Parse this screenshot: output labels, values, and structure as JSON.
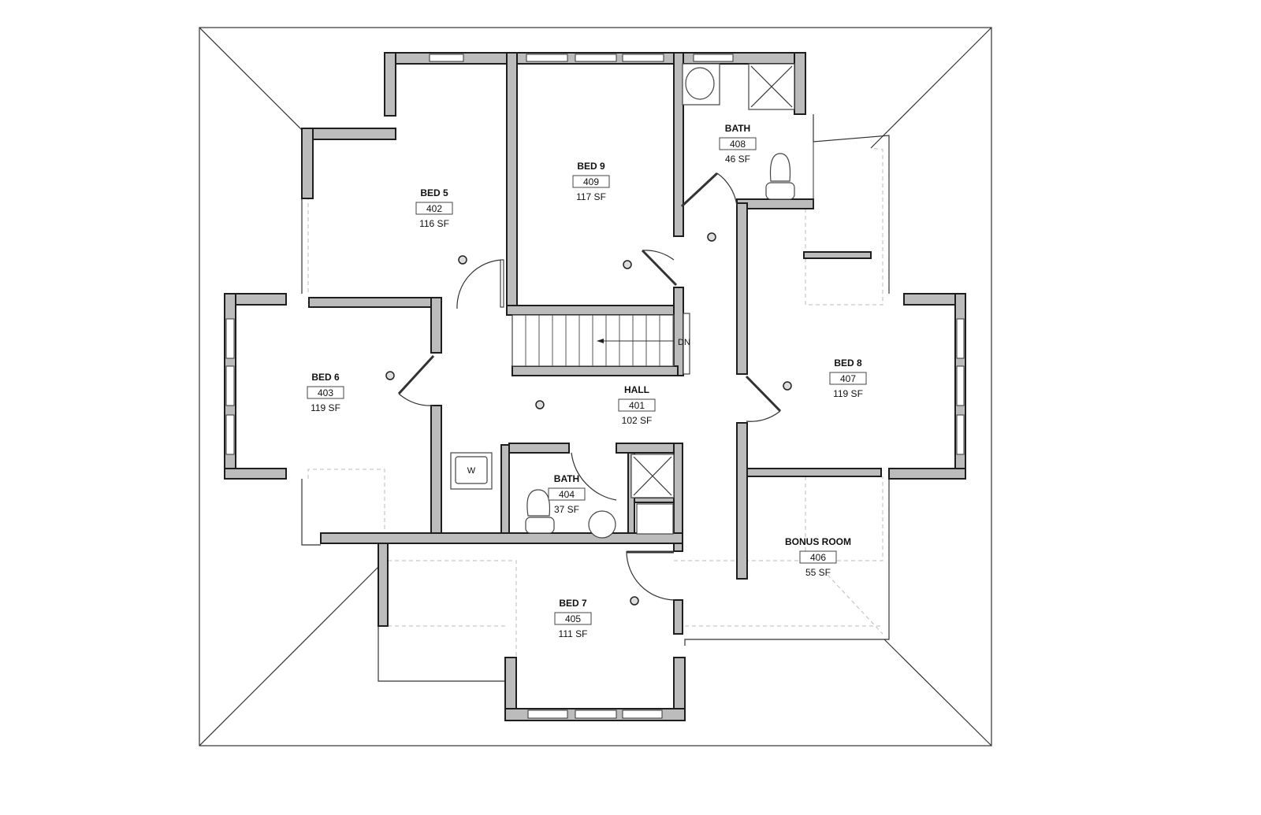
{
  "rooms": [
    {
      "name": "BED 5",
      "number": "402",
      "area": "116 SF"
    },
    {
      "name": "BED 9",
      "number": "409",
      "area": "117 SF"
    },
    {
      "name": "BATH",
      "number": "408",
      "area": "46 SF"
    },
    {
      "name": "BED 6",
      "number": "403",
      "area": "119 SF"
    },
    {
      "name": "HALL",
      "number": "401",
      "area": "102 SF"
    },
    {
      "name": "BED 8",
      "number": "407",
      "area": "119 SF"
    },
    {
      "name": "BATH",
      "number": "404",
      "area": "37 SF"
    },
    {
      "name": "BONUS ROOM",
      "number": "406",
      "area": "55 SF"
    },
    {
      "name": "BED 7",
      "number": "405",
      "area": "111 SF"
    }
  ],
  "stair_label": "DN",
  "washer_label": "W",
  "colors": {
    "wall_fill": "#bcbcbc",
    "wall_outline": "#1e1e1e",
    "background": "#ffffff"
  }
}
